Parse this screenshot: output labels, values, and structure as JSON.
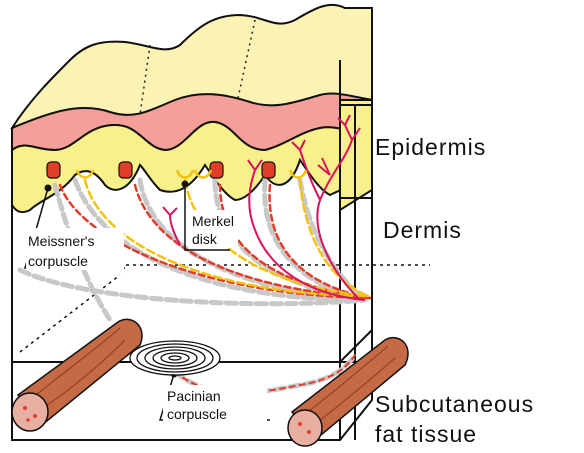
{
  "labels": {
    "epidermis": "Epidermis",
    "dermis": "Dermis",
    "subcutaneous_line1": "Subcutaneous",
    "subcutaneous_line2": "fat tissue",
    "meissner_line1": "Meissner's",
    "meissner_line2": "corpuscle",
    "merkel_line1": "Merkel",
    "merkel_line2": "disk",
    "pacinian_line1": "Pacinian",
    "pacinian_line2": "corpuscle"
  },
  "colors": {
    "stratum_corneum": "#fbf3b4",
    "epidermis": "#f59f9a",
    "dermal_papillae": "#f8f08a",
    "nerve_red": "#e23d2a",
    "nerve_yellow": "#f4c20d",
    "nerve_gray": "#c8c8c8",
    "free_nerve": "#d8125e",
    "fat_tissue": "#c46a44",
    "outline": "#111111"
  },
  "icons": {
    "meissner": "red-oval-receptor",
    "merkel": "yellow-cup-receptor",
    "pacinian": "concentric-lamellae",
    "free_nerve_ending": "branching-nerve"
  }
}
